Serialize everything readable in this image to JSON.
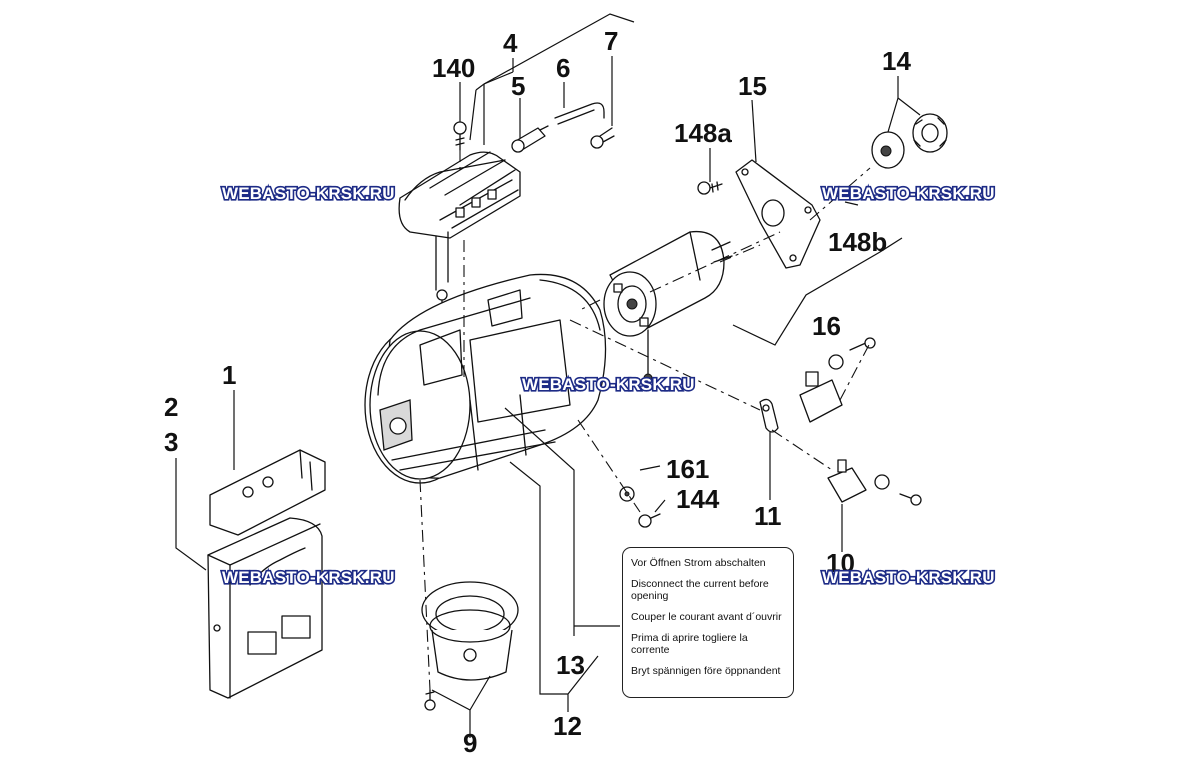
{
  "callouts": {
    "c1": "1",
    "c2": "2",
    "c3": "3",
    "c4": "4",
    "c5": "5",
    "c6": "6",
    "c7": "7",
    "c9": "9",
    "c10": "10",
    "c11": "11",
    "c12": "12",
    "c13": "13",
    "c14": "14",
    "c15": "15",
    "c16": "16",
    "c140": "140",
    "c144": "144",
    "c148a": "148a",
    "c148b": "148b",
    "c161": "161"
  },
  "watermark": "WEBASTO-KRSK.RU",
  "warning_label": {
    "lines": [
      "Vor Öffnen Strom abschalten",
      "Disconnect the current before opening",
      "Couper le courant avant d´ouvrir",
      "Prima di aprire togliere la corrente",
      "Bryt spännigen före öppnandent"
    ]
  },
  "colors": {
    "line": "#111111",
    "watermark_fill": "#ffffff",
    "watermark_outline": "#1d2b86"
  }
}
